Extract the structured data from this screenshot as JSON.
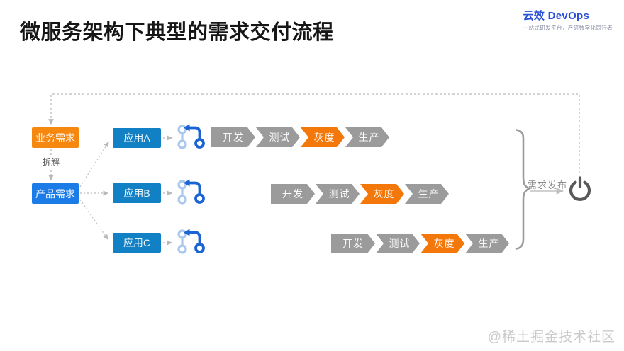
{
  "title": "微服务架构下典型的需求交付流程",
  "logo": {
    "brand": "云效 DevOps",
    "tagline": "一站式研发平台，产研数字化同行者"
  },
  "flow": {
    "business_requirement": "业务需求",
    "decompose": "拆解",
    "product_requirement": "产品需求"
  },
  "apps": [
    {
      "label": "应用A"
    },
    {
      "label": "应用B"
    },
    {
      "label": "应用C"
    }
  ],
  "pipeline_stages": [
    {
      "label": "开发",
      "color": "#9b9b9b"
    },
    {
      "label": "测试",
      "color": "#9b9b9b"
    },
    {
      "label": "灰度",
      "color": "#f4770a"
    },
    {
      "label": "生产",
      "color": "#9b9b9b"
    }
  ],
  "release": {
    "label": "需求发布"
  },
  "watermark": "@稀土掘金技术社区",
  "colors": {
    "business_orange": "#f6870f",
    "product_blue": "#1b7ce8",
    "app_blue": "#1180c4",
    "stage_gray": "#9b9b9b",
    "stage_highlight": "#f4770a",
    "brand_blue": "#2a4fd7",
    "connector_gray": "#c4c4c4",
    "brace_gray": "#9c9c9c",
    "power_gray": "#595959",
    "git_light_blue": "#a9c7ef",
    "git_dark_blue": "#1a64d4"
  }
}
